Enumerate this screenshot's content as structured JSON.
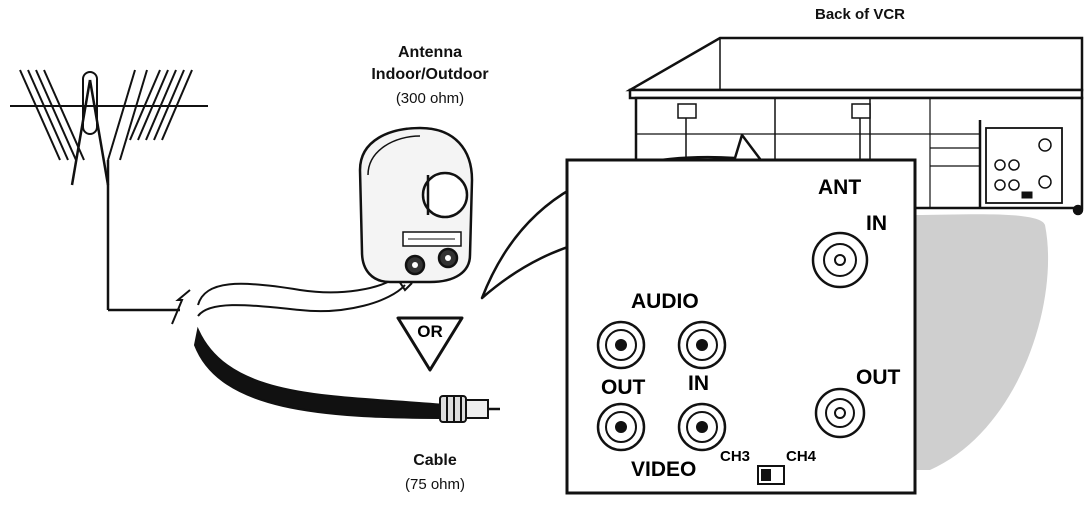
{
  "labels": {
    "back_of_vcr": "Back of VCR",
    "antenna_line1": "Antenna",
    "antenna_line2": "Indoor/Outdoor",
    "antenna_ohm": "(300 ohm)",
    "or": "OR",
    "cable": "Cable",
    "cable_ohm": "(75 ohm)"
  },
  "panel": {
    "ant": "ANT",
    "ant_in": "IN",
    "audio": "AUDIO",
    "out_left": "OUT",
    "in_mid": "IN",
    "out_right": "OUT",
    "video": "VIDEO",
    "ch3": "CH3",
    "ch4": "CH4"
  }
}
